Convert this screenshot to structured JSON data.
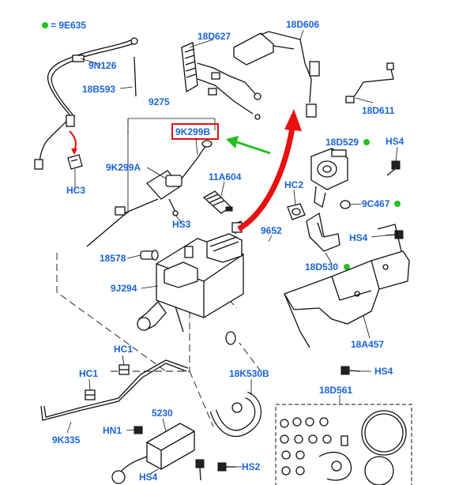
{
  "legend": {
    "marker_color": "#22c022",
    "text": "= 9E635"
  },
  "labels": {
    "n9N126": "9N126",
    "n18B593": "18B593",
    "n9275": "9275",
    "n9K299B": "9K299B",
    "n9K299A": "9K299A",
    "n11A604": "11A604",
    "hc3": "HC3",
    "hs3": "HS3",
    "n18578": "18578",
    "n9J294": "9J294",
    "n9652": "9652",
    "hc2": "HC2",
    "n18D627": "18D627",
    "n18D606": "18D606",
    "n18D611": "18D611",
    "n18D529": "18D529",
    "hs4_a": "HS4",
    "n9C467": "9C467",
    "hs4_b": "HS4",
    "n18D530": "18D530",
    "n18A457": "18A457",
    "hs4_c": "HS4",
    "hc1_a": "HC1",
    "hc1_b": "HC1",
    "n18K530B": "18K530B",
    "n18D561": "18D561",
    "n9K335": "9K335",
    "n5230": "5230",
    "hn1": "HN1",
    "hs2": "HS2",
    "hs4_d": "HS4"
  },
  "colors": {
    "label": "#1a63d6",
    "highlight_box": "#e01010",
    "red_arrow": "#e81010",
    "green_arrow": "#22c022"
  }
}
